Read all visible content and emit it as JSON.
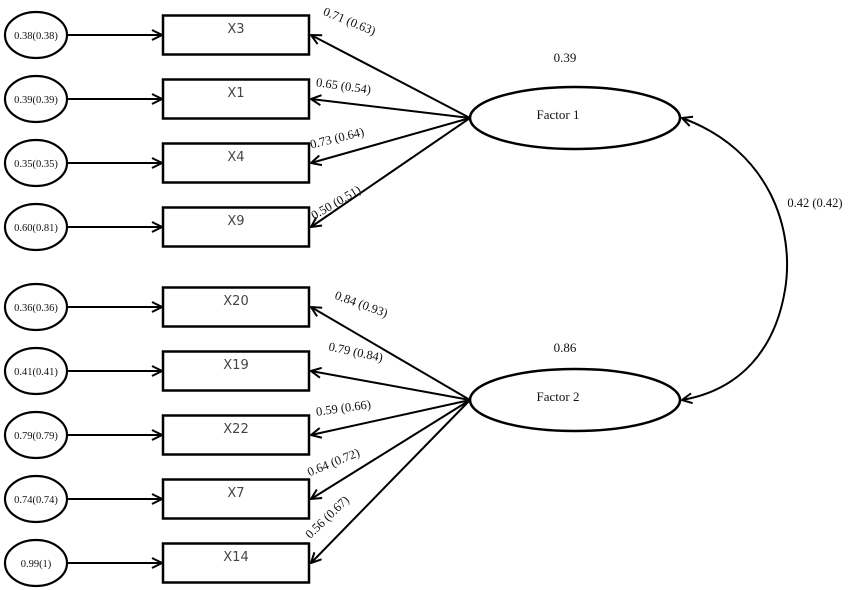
{
  "diagram": {
    "type": "confirmatory-factor-analysis-path-diagram",
    "colors": {
      "stroke": "#000000",
      "text": "#111111",
      "box_text": "#444444",
      "background": "#ffffff"
    },
    "factors": [
      {
        "id": "f1",
        "label": "Factor 1",
        "variance_label": "0.39",
        "indicators": [
          {
            "name": "X3",
            "error": "0.38(0.38)",
            "loading": "0.71 (0.63)"
          },
          {
            "name": "X1",
            "error": "0.39(0.39)",
            "loading": "0.65 (0.54)"
          },
          {
            "name": "X4",
            "error": "0.35(0.35)",
            "loading": "0.73 (0.64)"
          },
          {
            "name": "X9",
            "error": "0.60(0.81)",
            "loading": "0.50 (0.51)"
          }
        ]
      },
      {
        "id": "f2",
        "label": "Factor 2",
        "variance_label": "0.86",
        "indicators": [
          {
            "name": "X20",
            "error": "0.36(0.36)",
            "loading": "0.84 (0.93)"
          },
          {
            "name": "X19",
            "error": "0.41(0.41)",
            "loading": "0.79 (0.84)"
          },
          {
            "name": "X22",
            "error": "0.79(0.79)",
            "loading": "0.59 (0.66)"
          },
          {
            "name": "X7",
            "error": "0.74(0.74)",
            "loading": "0.64 (0.72)"
          },
          {
            "name": "X14",
            "error": "0.99(1)",
            "loading": "0.56 (0.67)"
          }
        ]
      }
    ],
    "covariance": {
      "between": [
        "f1",
        "f2"
      ],
      "label": "0.42 (0.42)"
    }
  }
}
